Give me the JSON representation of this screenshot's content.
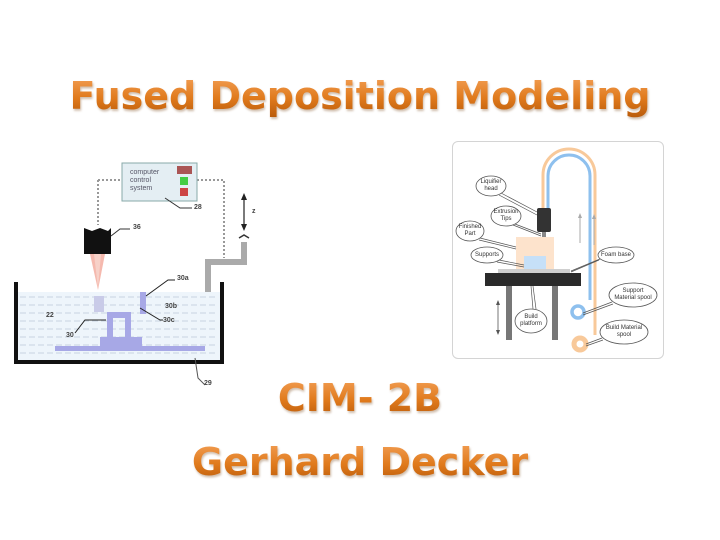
{
  "slide": {
    "title": "Fused Deposition Modeling",
    "subtitle_line1": "CIM- 2B",
    "subtitle_line2": "Gerhard Decker",
    "title_color": "#e07a1c"
  },
  "left_diagram": {
    "control_box_text": "computer control system",
    "labels": {
      "control": "28",
      "head": "36",
      "z_axis": "z",
      "part_top": "30a",
      "part_mid": "30b",
      "part_low": "30c",
      "liquid": "22",
      "part": "30",
      "tank": "29"
    }
  },
  "right_diagram": {
    "callouts": {
      "liquifier_head": "Liquifier head",
      "extrusion_tips": "Extrusion Tips",
      "finished_part": "Finished Part",
      "supports": "Supports",
      "foam_base": "Foam base",
      "support_spool": "Support Material spool",
      "build_platform": "Build platform",
      "build_spool": "Build Material spool"
    },
    "colors": {
      "build_material": "#f8c99a",
      "support_material": "#8ec0ee",
      "platform": "#2a2a2a",
      "legs": "#777777"
    }
  }
}
